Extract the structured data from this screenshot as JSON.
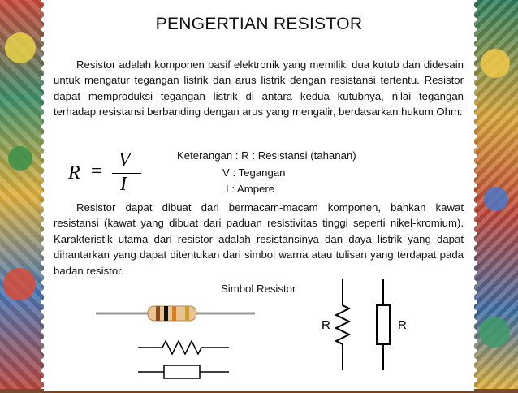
{
  "slide": {
    "title": "PENGERTIAN RESISTOR",
    "paragraph1": "Resistor adalah komponen pasif elektronik yang memiliki dua kutub dan didesain untuk mengatur tegangan listrik dan arus listrik dengan resistansi tertentu. Resistor dapat memproduksi tegangan listrik di antara kedua kutubnya, nilai tegangan terhadap resistansi berbanding dengan arus yang mengalir, berdasarkan hukum Ohm:",
    "formula": {
      "lhs": "R",
      "eq": "=",
      "numerator": "V",
      "denominator": "I"
    },
    "keterangan": {
      "line1": "Keterangan : R : Resistansi (tahanan)",
      "line2": "V : Tegangan",
      "line3": "I : Ampere"
    },
    "paragraph2": "Resistor dapat dibuat dari bermacam-macam komponen, bahkan kawat resistansi (kawat yang dibuat dari paduan resistivitas tinggi seperti nikel-kromium). Karakteristik utama dari resistor adalah resistansinya dan daya listrik yang dapat dihantarkan yang dapat ditentukan dari simbol warna atau tulisan yang terdapat pada badan resistor.",
    "symbol_title": "Simbol Resistor",
    "symbol_label_left": "R",
    "symbol_label_right": "R"
  },
  "colors": {
    "resistor_body": "#e8c590",
    "band1": "#8a4a20",
    "band2": "#111111",
    "band3": "#e07a20",
    "band4": "#c9a030"
  }
}
